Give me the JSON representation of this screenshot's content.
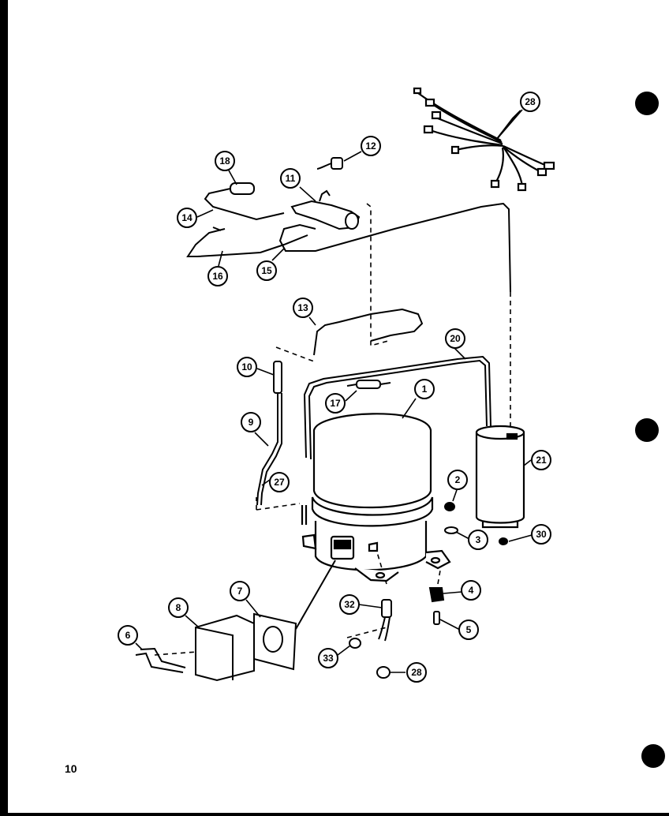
{
  "page": {
    "number": "10"
  },
  "callouts": [
    {
      "id": "c28a",
      "label": "28"
    },
    {
      "id": "c18",
      "label": "18"
    },
    {
      "id": "c11",
      "label": "11"
    },
    {
      "id": "c12",
      "label": "12"
    },
    {
      "id": "c14",
      "label": "14"
    },
    {
      "id": "c16",
      "label": "16"
    },
    {
      "id": "c15",
      "label": "15"
    },
    {
      "id": "c13",
      "label": "13"
    },
    {
      "id": "c20",
      "label": "20"
    },
    {
      "id": "c10",
      "label": "10"
    },
    {
      "id": "c17",
      "label": "17"
    },
    {
      "id": "c1",
      "label": "1"
    },
    {
      "id": "c9",
      "label": "9"
    },
    {
      "id": "c27",
      "label": "27"
    },
    {
      "id": "c2",
      "label": "2"
    },
    {
      "id": "c21",
      "label": "21"
    },
    {
      "id": "c3",
      "label": "3"
    },
    {
      "id": "c30",
      "label": "30"
    },
    {
      "id": "c4",
      "label": "4"
    },
    {
      "id": "c5",
      "label": "5"
    },
    {
      "id": "c7",
      "label": "7"
    },
    {
      "id": "c8",
      "label": "8"
    },
    {
      "id": "c6",
      "label": "6"
    },
    {
      "id": "c32",
      "label": "32"
    },
    {
      "id": "c33",
      "label": "33"
    },
    {
      "id": "c28b",
      "label": "28"
    }
  ]
}
